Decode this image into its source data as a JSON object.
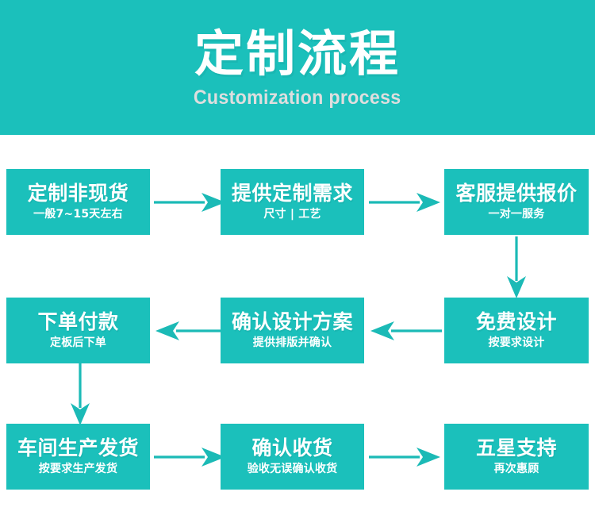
{
  "header": {
    "title": "定制流程",
    "subtitle": "Customization process",
    "background_color": "#1bc0bb",
    "title_color": "#ffffff",
    "subtitle_color": "#dedede"
  },
  "theme": {
    "accent_color": "#1bc0bb",
    "box_text_color": "#ffffff",
    "page_background": "#ffffff"
  },
  "flow": {
    "rows": [
      {
        "direction": "left-to-right",
        "steps": [
          {
            "title": "定制非现货",
            "subtitle": "一般7~15天左右"
          },
          {
            "title": "提供定制需求",
            "subtitle": "尺寸 | 工艺"
          },
          {
            "title": "客服提供报价",
            "subtitle": "一对一服务"
          }
        ]
      },
      {
        "direction": "right-to-left",
        "steps": [
          {
            "title": "下单付款",
            "subtitle": "定板后下单"
          },
          {
            "title": "确认设计方案",
            "subtitle": "提供排版并确认"
          },
          {
            "title": "免费设计",
            "subtitle": "按要求设计"
          }
        ]
      },
      {
        "direction": "left-to-right",
        "steps": [
          {
            "title": "车间生产发货",
            "subtitle": "按要求生产发货"
          },
          {
            "title": "确认收货",
            "subtitle": "验收无误确认收货"
          },
          {
            "title": "五星支持",
            "subtitle": "再次惠顾"
          }
        ]
      }
    ],
    "connectors": [
      {
        "name": "arrow-right-row1-step1-to-step2",
        "shape": "arrow-right"
      },
      {
        "name": "arrow-right-row1-step2-to-step3",
        "shape": "arrow-right"
      },
      {
        "name": "arrow-down-row1-step3-to-row2-step3",
        "shape": "arrow-down"
      },
      {
        "name": "arrow-left-row2-step3-to-step2",
        "shape": "arrow-left"
      },
      {
        "name": "arrow-left-row2-step2-to-step1",
        "shape": "arrow-left"
      },
      {
        "name": "arrow-down-row2-step1-to-row3-step1",
        "shape": "arrow-down"
      },
      {
        "name": "arrow-right-row3-step1-to-step2",
        "shape": "arrow-right"
      },
      {
        "name": "arrow-right-row3-step2-to-step3",
        "shape": "arrow-right"
      }
    ]
  }
}
